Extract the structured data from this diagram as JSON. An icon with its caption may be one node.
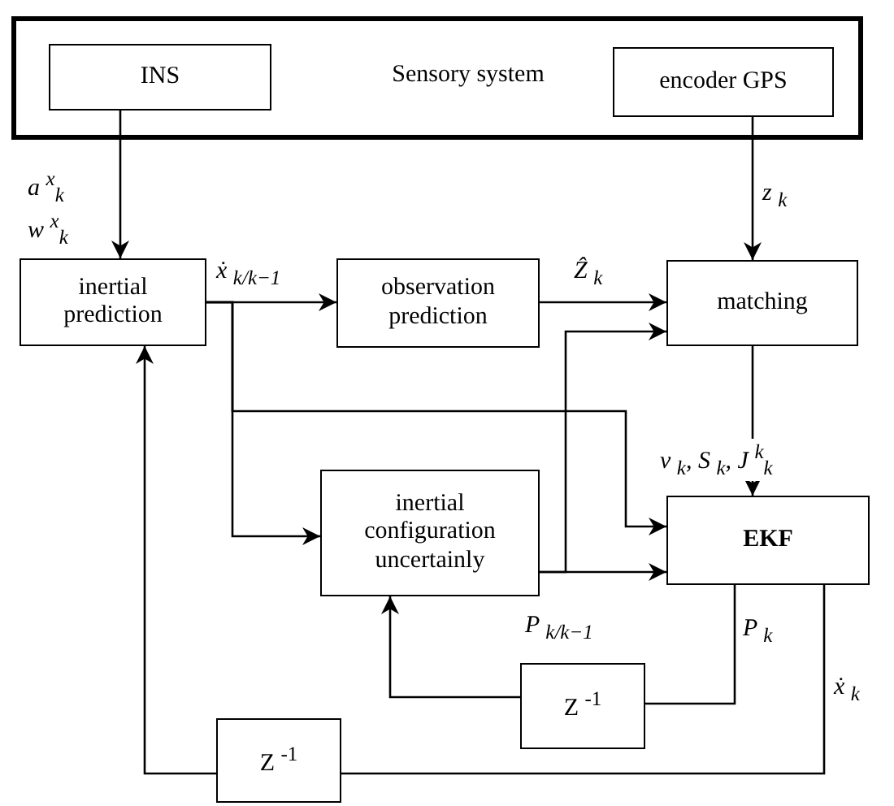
{
  "diagram": {
    "nodes": [
      {
        "text": [
          "Sensory system"
        ]
      },
      {
        "text": [
          "INS"
        ],
        "in": 0
      },
      {
        "text": [
          "encoder GPS"
        ],
        "in": 0
      },
      {
        "text": [
          "inertial prediction"
        ]
      },
      {
        "text": [
          "observation prediction"
        ]
      },
      {
        "text": [
          "matching"
        ]
      },
      {
        "text": [
          "inertial configuration uncertainly"
        ]
      },
      {
        "text": [
          "EKF"
        ]
      },
      {
        "text": [
          "Z $^{-1}$"
        ]
      },
      {
        "text": [
          "Z $^{-1}$"
        ]
      }
    ],
    "edges": [
      {
        "from": 1,
        "to": 3,
        "arrow": "to",
        "label": "a $^{x}$$_{k}$ w $^{x}$$_{k}$"
      },
      {
        "from": 2,
        "to": 5,
        "arrow": "to",
        "label": "z $_{k}$"
      },
      {
        "from": 3,
        "to": 4,
        "arrow": "to",
        "label": "ẋ $_{k/k−1}$"
      },
      {
        "from": 3,
        "to": 6,
        "arrow": "to"
      },
      {
        "from": 3,
        "to": 7,
        "arrow": "to"
      },
      {
        "from": 4,
        "to": 5,
        "arrow": "to",
        "label": "Ẑ $_{k}$"
      },
      {
        "from": 6,
        "to": 5,
        "arrow": "to"
      },
      {
        "from": 6,
        "to": 7,
        "arrow": "to"
      },
      {
        "from": 5,
        "to": 7,
        "arrow": "to",
        "label": "v $_{k}$, S $_{k}$, J $^{k}$$_{k}$"
      },
      {
        "from": 7,
        "to": 8,
        "arrow": "none",
        "label": "P $_{k}$"
      },
      {
        "from": 8,
        "to": 6,
        "arrow": "to",
        "label": "P $_{k/k−1}$"
      },
      {
        "from": 7,
        "to": 9,
        "arrow": "none",
        "label": "ẋ $_{k}$"
      },
      {
        "from": 9,
        "to": 3,
        "arrow": "to"
      }
    ]
  }
}
